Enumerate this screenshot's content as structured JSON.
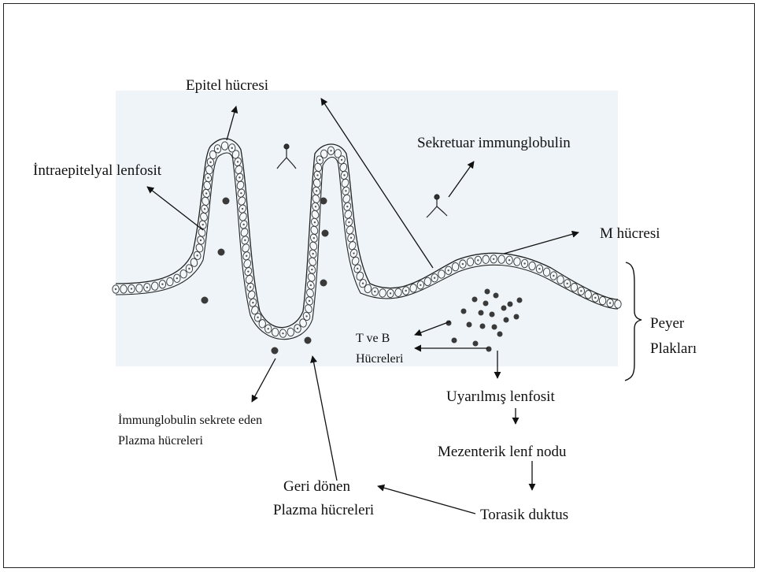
{
  "labels": {
    "epitel": "Epitel hücresi",
    "sekretuar": "Sekretuar immunglobulin",
    "intraepitelyal": "İntraepitelyal lenfosit",
    "m_hucresi": "M hücresi",
    "peyer_1": "Peyer",
    "peyer_2": "Plakları",
    "tveb_1": "T ve B",
    "tveb_2": "Hücreleri",
    "uyarilmis": "Uyarılmış lenfosit",
    "mezenterik": "Mezenterik lenf nodu",
    "torasik": "Torasik duktus",
    "geri_1": "Geri dönen",
    "geri_2": "Plazma hücreleri",
    "immun_1": "İmmunglobulin sekrete eden",
    "immun_2": "Plazma hücreleri"
  },
  "colors": {
    "background_panel": "#eef4f7",
    "line": "#111111",
    "cell_fill": "#f5f8fa",
    "dot": "#3a3a3a"
  }
}
